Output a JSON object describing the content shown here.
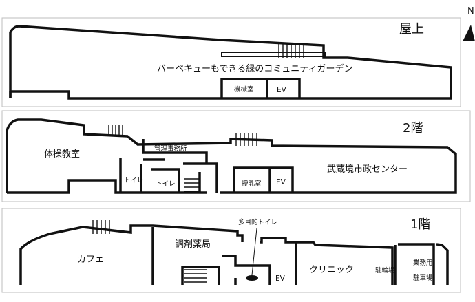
{
  "compass": {
    "label": "N"
  },
  "floors": {
    "roof": {
      "label": "屋上",
      "rooms": {
        "garden": "バーベキューもできる緑のコミュニティガーデン",
        "machine": "機械室",
        "ev": "EV"
      }
    },
    "second": {
      "label": "2階",
      "rooms": {
        "gym": "体操教室",
        "office": "管理事務所",
        "toilet1": "トイレ",
        "toilet2": "トイレ",
        "nursing": "授乳室",
        "ev": "EV",
        "center": "武蔵境市政センター"
      }
    },
    "first": {
      "label": "1階",
      "rooms": {
        "cafe": "カフェ",
        "pharmacy": "調剤薬局",
        "toilet": "多目的トイレ",
        "ev": "EV",
        "clinic": "クリニック",
        "bike": "駐輪場",
        "parking1": "業務用",
        "parking2": "駐車場"
      }
    }
  }
}
